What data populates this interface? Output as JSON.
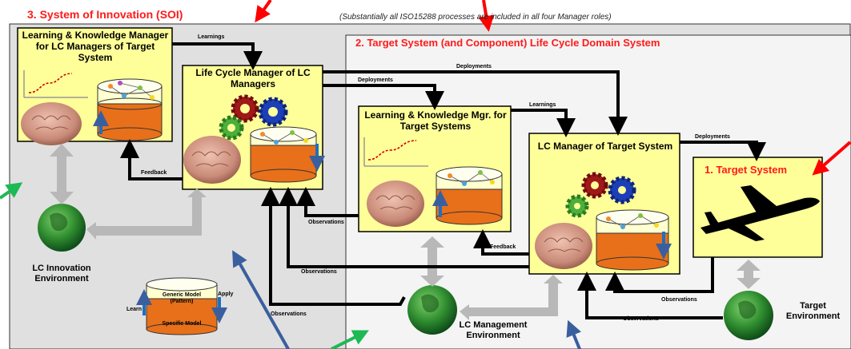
{
  "soi": {
    "title": "3.  System of Innovation (SOI)"
  },
  "note": "(Substantially all ISO15288 processes are included in all four Manager roles)",
  "domain": {
    "title": "2.  Target System (and Component)  Life Cycle Domain System"
  },
  "boxes": {
    "lk_lc": "Learning & Knowledge Manager for LC Managers of Target System",
    "lcm_lcm": "Life Cycle Manager of LC Managers",
    "lk_ts": "Learning & Knowledge Mgr. for Target Systems",
    "lcm_ts": "LC Manager of Target System",
    "target": "1. Target System"
  },
  "arrows": {
    "learnings": "Learnings",
    "deployments": "Deployments",
    "feedback": "Feedback",
    "observations": "Observations"
  },
  "environments": {
    "innovation": "LC Innovation Environment",
    "management": "LC Management Environment",
    "target": "Target Environment"
  },
  "model_legend": {
    "generic": "Generic Model (Pattern)",
    "specific": "Specific Model",
    "learn": "Learn",
    "apply": "Apply"
  },
  "colors": {
    "box_fill": "#ffff99",
    "region_fill": "#e0e0e0",
    "title_red": "#ff1a1a",
    "cylinder_orange": "#e8701a",
    "callout_red": "#ff0000",
    "callout_green": "#1db954",
    "callout_blue": "#3a5f9e",
    "env_arrow_gray": "#b8b8b8"
  }
}
